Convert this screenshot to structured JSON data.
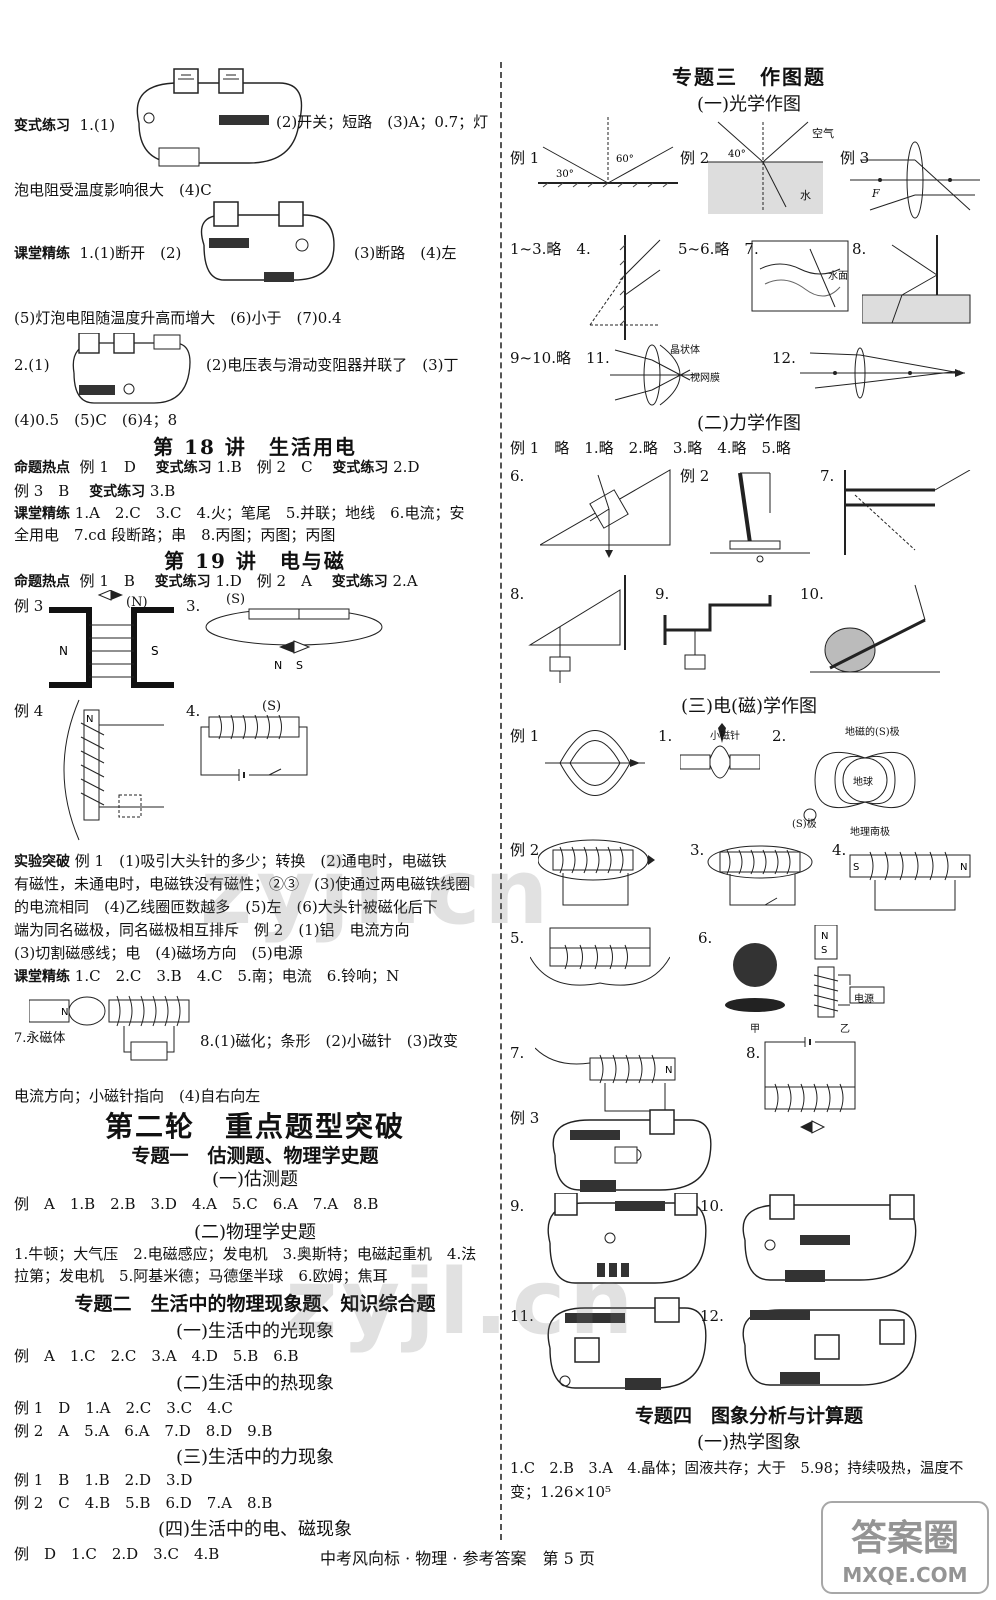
{
  "left": {
    "l01": "变式练习",
    "l01b": "1.(1)",
    "l01c": "(2)开关；短路　(3)A；0.7；灯",
    "l02": "泡电阻受温度影响很大　(4)C",
    "l03": "课堂精练",
    "l03b": "1.(1)断开　(2)",
    "l03c": "(3)断路　(4)左",
    "l04": "(5)灯泡电阻随温度升高而增大　(6)小于　(7)0.4",
    "l05": "2.(1)",
    "l05b": "(2)电压表与滑动变阻器并联了　(3)丁",
    "l06": "(4)0.5　(5)C　(6)4；8",
    "h18": "第 18 讲　生活用电",
    "l07a": "命题热点",
    "l07b": "例 1　D　",
    "l07c": "变式练习",
    "l07d": " 1.B　例 2　C　",
    "l07e": "变式练习",
    "l07f": " 2.D",
    "l08a": "例 3　B　",
    "l08b": "变式练习",
    "l08c": " 3.B",
    "l09a": "课堂精练",
    "l09b": " 1.A　2.C　3.C　4.火；笔尾　5.并联；地线　6.电流；安",
    "l10": "全用电　7.cd 段断路；串　8.丙图；丙图；丙图",
    "h19": "第 19 讲　电与磁",
    "l11a": "命题热点",
    "l11b": "例 1　B　",
    "l11c": "变式练习",
    "l11d": " 1.D　例 2　A　",
    "l11e": "变式练习",
    "l11f": " 2.A",
    "ex3": "例 3",
    "ex3n": "(N)",
    "n3": "3.",
    "s3": "(S)",
    "ex4": "例 4",
    "n4": "4.",
    "s4": "(S)",
    "l12a": "实验突破",
    "l12b": " 例 1　(1)吸引大头针的多少；转换　(2)通电时，电磁铁",
    "l13": "有磁性，未通电时，电磁铁没有磁性；②③　(3)使通过两电磁铁线圈",
    "l14": "的电流相同　(4)乙线圈匝数越多　(5)左　(6)大头针被磁化后下",
    "l15": "端为同名磁极，同名磁极相互排斥　例 2　(1)铝　电流方向",
    "l16": "(3)切割磁感线；电　(4)磁场方向　(5)电源",
    "l17a": "课堂精练",
    "l17b": " 1.C　2.C　3.B　4.C　5.南；电流　6.铃响；N",
    "l18a": "7.",
    "l18mag": "永磁体",
    "l18b": "8.(1)磁化；条形　(2)小磁针　(3)改变",
    "l19": "电流方向；小磁针指向　(4)自右向左",
    "round2": "第二轮　重点题型突破",
    "t1": "专题一　估测题、物理学史题",
    "t1a": "(一)估测题",
    "t1a_ans": "例　A　1.B　2.B　3.D　4.A　5.C　6.A　7.A　8.B",
    "t1b": "(二)物理学史题",
    "t1b_1": "1.牛顿；大气压　2.电磁感应；发电机　3.奥斯特；电磁起重机　4.法",
    "t1b_2": "拉第；发电机　5.阿基米德；马德堡半球　6.欧姆；焦耳",
    "t2": "专题二　生活中的物理现象题、知识综合题",
    "t2a": "(一)生活中的光现象",
    "t2a_ans": "例　A　1.C　2.C　3.A　4.D　5.B　6.B",
    "t2b": "(二)生活中的热现象",
    "t2b_1": "例 1　D　1.A　2.C　3.C　4.C",
    "t2b_2": "例 2　A　5.A　6.A　7.D　8.D　9.B",
    "t2c": "(三)生活中的力现象",
    "t2c_1": "例 1　B　1.B　2.D　3.D",
    "t2c_2": "例 2　C　4.B　5.B　6.D　7.A　8.B",
    "t2d": "(四)生活中的电、磁现象",
    "t2d_ans": "例　D　1.C　2.D　3.C　4.B"
  },
  "right": {
    "t3": "专题三　作图题",
    "t3a": "(一)光学作图",
    "o_e1": "例 1",
    "o_a30": "30°",
    "o_a60": "60°",
    "o_e2": "例 2",
    "o_a40": "40°",
    "o_air": "空气",
    "o_water": "水",
    "o_e3": "例 3",
    "o_F": "F",
    "o_r1": "1~3.略　4.",
    "o_r2": "5~6.略　7.",
    "o_r3": "8.",
    "o_water2": "水面",
    "o_r4": "9~10.略　11.",
    "o_crystal": "晶状体",
    "o_retina": "视网膜",
    "o_r5": "12.",
    "t3b": "(二)力学作图",
    "m_r1": "例 1　略　1.略　2.略　3.略　4.略　5.略",
    "m_6": "6.",
    "m_e2": "例 2",
    "m_7": "7.",
    "m_8": "8.",
    "m_9": "9.",
    "m_10": "10.",
    "t3c": "(三)电(磁)学作图",
    "e_e1": "例 1",
    "e_1": "1.",
    "e_small": "小磁针",
    "e_2": "2.",
    "e_geoS": "地磁的(S)极",
    "e_earth": "地球",
    "e_geoN": "地理南极",
    "e_Sj": "(S)极",
    "e_e2": "例 2",
    "e_3": "3.",
    "e_4": "4.",
    "e_5": "5.",
    "e_6": "6.",
    "e_jia": "甲",
    "e_yi": "乙",
    "e_power": "电源",
    "e_7": "7.",
    "e_8": "8.",
    "e_e3": "例 3",
    "e_9": "9.",
    "e_10": "10.",
    "e_11": "11.",
    "e_12": "12.",
    "t4": "专题四　图象分析与计算题",
    "t4a": "(一)热学图象",
    "t4_1": "1.C　2.B　3.A　4.晶体；固液共存；大于　5.98；持续吸热，温度不",
    "t4_2": "变；1.26×10⁵"
  },
  "footer": "中考风向标 · 物理 · 参考答案　第 5 页",
  "watermark1": "zyjl.cn",
  "watermark2": "zyjl.cn",
  "logo_text": "答案圈",
  "logo_url": "MXQE.COM"
}
